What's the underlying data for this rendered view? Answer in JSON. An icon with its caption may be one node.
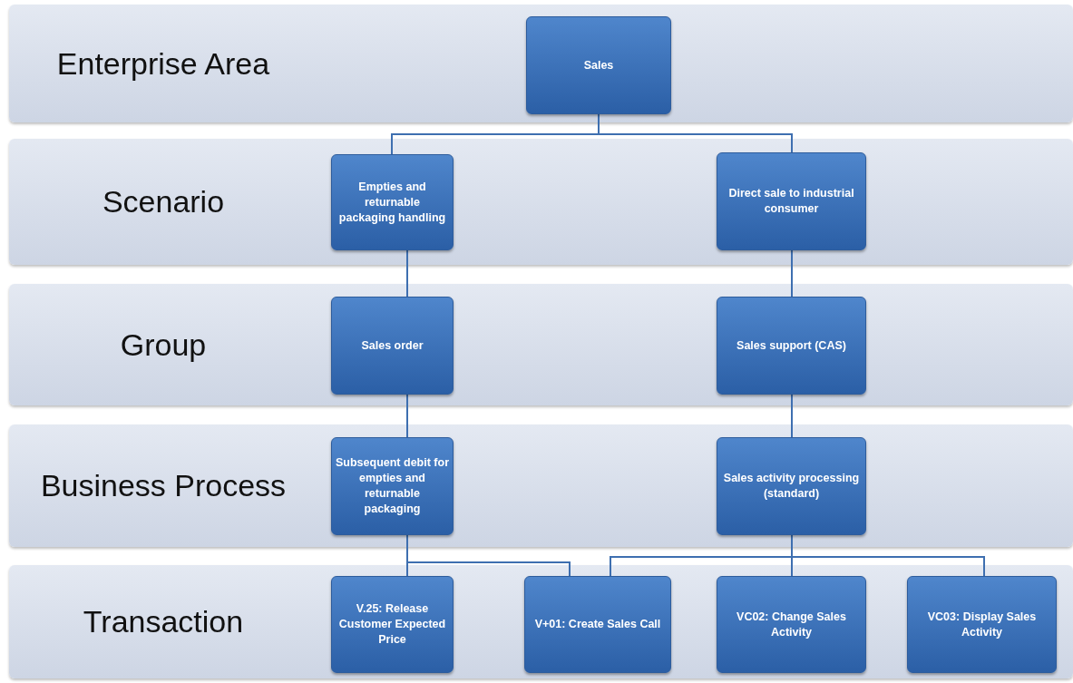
{
  "diagram": {
    "nodes": [
      {
        "text": [
          "Enterprise Area"
        ]
      },
      {
        "text": [
          "Sales"
        ],
        "in": 0
      },
      {
        "text": [
          "Scenario"
        ]
      },
      {
        "text": [
          "Empties and returnable packaging handling"
        ],
        "in": 2
      },
      {
        "text": [
          "Direct sale to industrial consumer"
        ],
        "in": 2
      },
      {
        "text": [
          "Group"
        ]
      },
      {
        "text": [
          "Sales order"
        ],
        "in": 5
      },
      {
        "text": [
          "Sales support (CAS)"
        ],
        "in": 5
      },
      {
        "text": [
          "Business Process"
        ]
      },
      {
        "text": [
          "Subsequent debit for empties and returnable packaging"
        ],
        "in": 8
      },
      {
        "text": [
          "Sales activity processing (standard)"
        ],
        "in": 8
      },
      {
        "text": [
          "Transaction"
        ]
      },
      {
        "text": [
          "V.25: Release Customer Expected Price"
        ],
        "in": 11
      },
      {
        "text": [
          "V+01: Create Sales Call"
        ],
        "in": 11
      },
      {
        "text": [
          "VC02: Change Sales Activity"
        ],
        "in": 11
      },
      {
        "text": [
          "VC03: Display Sales Activity"
        ],
        "in": 11
      }
    ],
    "edges": [
      {
        "from": 1,
        "to": 3,
        "arrow": "none"
      },
      {
        "from": 1,
        "to": 4,
        "arrow": "none"
      },
      {
        "from": 3,
        "to": 6,
        "arrow": "none"
      },
      {
        "from": 4,
        "to": 7,
        "arrow": "none"
      },
      {
        "from": 6,
        "to": 9,
        "arrow": "none"
      },
      {
        "from": 7,
        "to": 10,
        "arrow": "none"
      },
      {
        "from": 9,
        "to": 12,
        "arrow": "none"
      },
      {
        "from": 9,
        "to": 13,
        "arrow": "none"
      },
      {
        "from": 10,
        "to": 13,
        "arrow": "none"
      },
      {
        "from": 10,
        "to": 14,
        "arrow": "none"
      },
      {
        "from": 10,
        "to": 15,
        "arrow": "none"
      }
    ]
  }
}
